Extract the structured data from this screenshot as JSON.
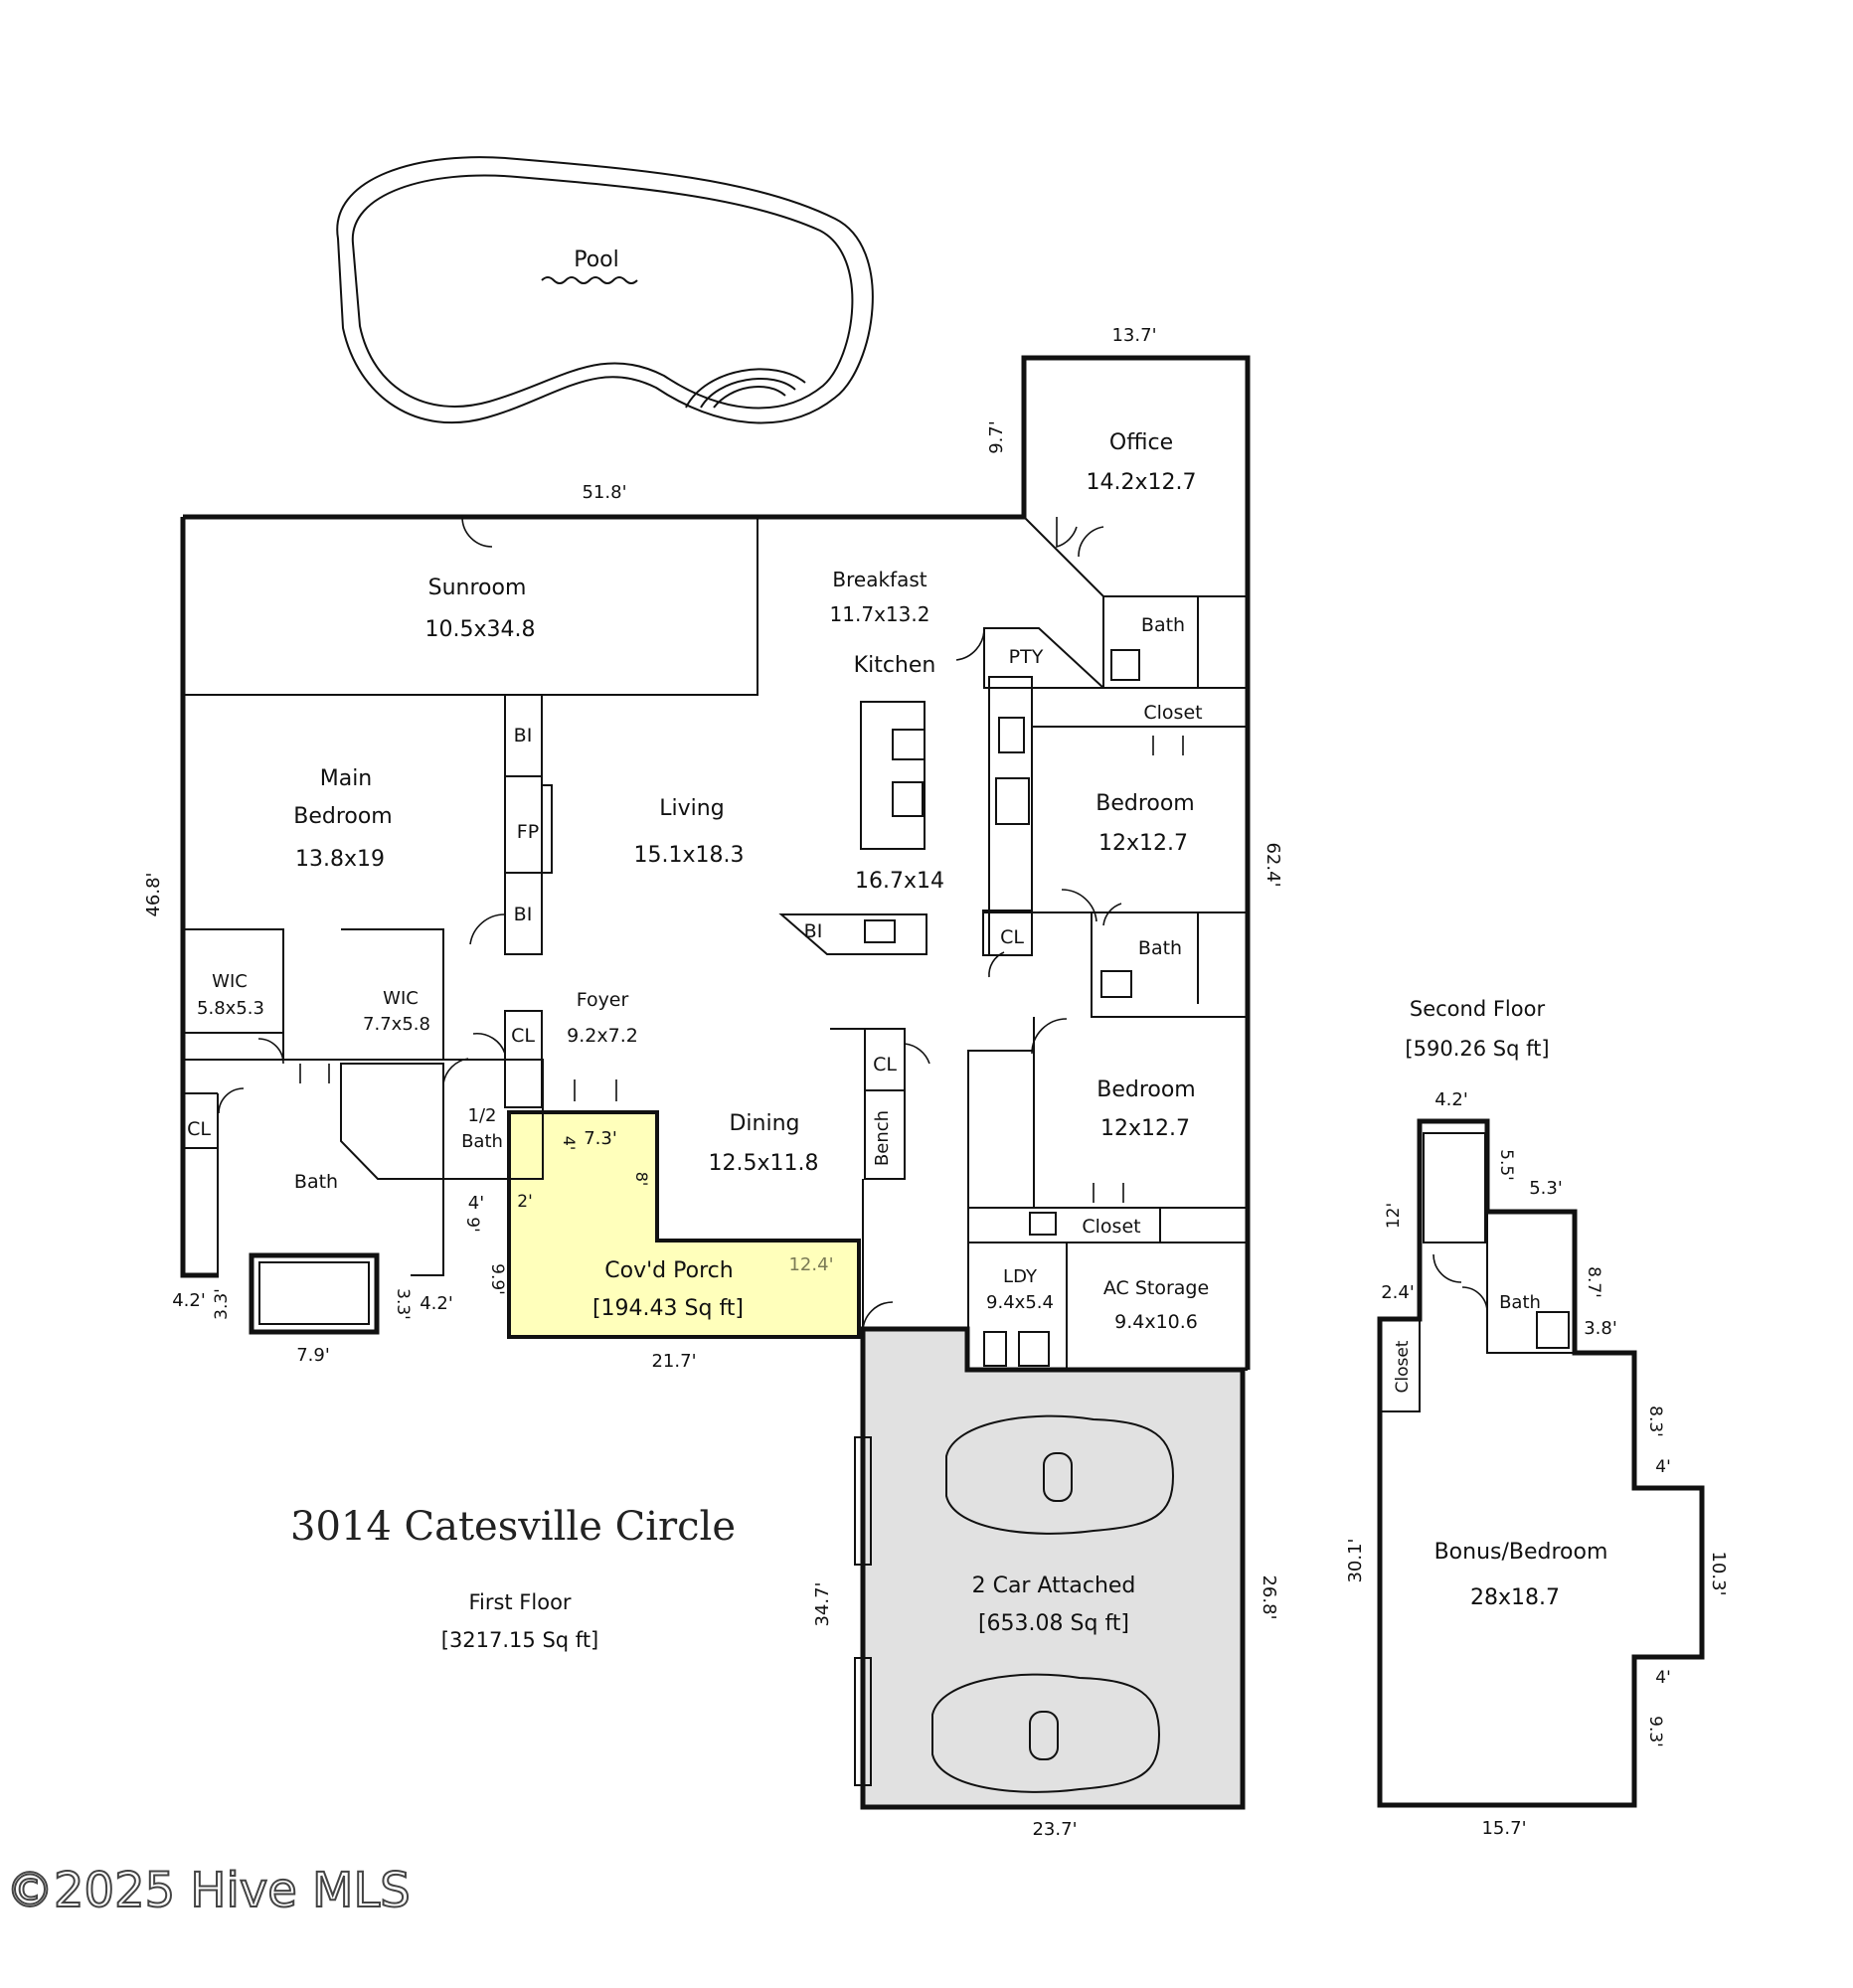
{
  "title": "3014 Catesville Circle",
  "watermark": "©2025 Hive MLS",
  "floors": {
    "first": {
      "name": "First Floor",
      "area": "[3217.15 Sq ft]"
    },
    "second": {
      "name": "Second Floor",
      "area": "[590.26 Sq ft]"
    }
  },
  "rooms": {
    "pool": "Pool",
    "office": {
      "name": "Office",
      "dims": "14.2x12.7"
    },
    "sunroom": {
      "name": "Sunroom",
      "dims": "10.5x34.8"
    },
    "breakfast": {
      "name": "Breakfast",
      "dims": "11.7x13.2"
    },
    "kitchen": {
      "name": "Kitchen",
      "dims": "16.7x14"
    },
    "pty": "PTY",
    "bath_office": "Bath",
    "closet_office": "Closet",
    "main_bedroom": {
      "name1": "Main",
      "name2": "Bedroom",
      "dims": "13.8x19"
    },
    "living": {
      "name": "Living",
      "dims": "15.1x18.3"
    },
    "bi_top": "BI",
    "fp": "FP",
    "bi_mid": "BI",
    "bi_island": "BI",
    "bedroom1": {
      "name": "Bedroom",
      "dims": "12x12.7"
    },
    "cl_kitchen": "CL",
    "bath_mid": "Bath",
    "wic1": {
      "name": "WIC",
      "dims": "5.8x5.3"
    },
    "wic2": {
      "name": "WIC",
      "dims": "7.7x5.8"
    },
    "foyer": {
      "name": "Foyer",
      "dims": "9.2x7.2"
    },
    "cl_foyer": "CL",
    "cl_dining": "CL",
    "half_bath": {
      "name1": "1/2",
      "name2": "Bath"
    },
    "cl_main": "CL",
    "main_bath": "Bath",
    "dining": {
      "name": "Dining",
      "dims": "12.5x11.8"
    },
    "bench": "Bench",
    "bedroom2": {
      "name": "Bedroom",
      "dims": "12x12.7"
    },
    "closet_bed2": "Closet",
    "porch": {
      "name": "Cov'd Porch",
      "area": "[194.43 Sq ft]"
    },
    "ldy": {
      "name": "LDY",
      "dims": "9.4x5.4"
    },
    "ac_storage": {
      "name": "AC Storage",
      "dims": "9.4x10.6"
    },
    "garage": {
      "name": "2 Car Attached",
      "area": "[653.08 Sq ft]"
    },
    "bath_upper": "Bath",
    "closet_upper": "Closet",
    "bonus": {
      "name": "Bonus/Bedroom",
      "dims": "28x18.7"
    }
  },
  "dimensions": {
    "office_top": "13.7'",
    "office_side": "9.7'",
    "house_top": "51.8'",
    "house_right": "62.4'",
    "house_left": "46.8'",
    "bath_left": "4.2'",
    "bath_left_v": "3.3'",
    "bath_right_v": "3.3'",
    "bath_right": "4.2'",
    "bath_bottom": "7.9'",
    "porch_step_h": "4'",
    "porch_step_v": "9'",
    "porch_left": "9.9'",
    "porch_top": "7.3'",
    "porch_inner_left": "4'",
    "porch_inner_right": "8'",
    "porch_left_small": "2'",
    "porch_right": "12.4'",
    "porch_bottom": "21.7'",
    "garage_left": "34.7'",
    "garage_right": "26.8'",
    "garage_bottom": "23.7'",
    "second_stair_top": "4.2'",
    "second_stair_side": "5.5'",
    "second_bath_top": "5.3'",
    "second_stair_left": "12'",
    "second_bath_right": "8.7'",
    "second_closet_top": "2.4'",
    "second_bath_bottom": "3.8'",
    "second_r1": "8.3'",
    "second_r2": "4'",
    "second_left": "30.1'",
    "second_r3": "10.3'",
    "second_r4": "4'",
    "second_r5": "9.3'",
    "second_bottom": "15.7'"
  },
  "colors": {
    "porch_fill": "#ffffbb",
    "garage_fill": "#e1e1e1",
    "porch_dim": "#7a7a55"
  }
}
